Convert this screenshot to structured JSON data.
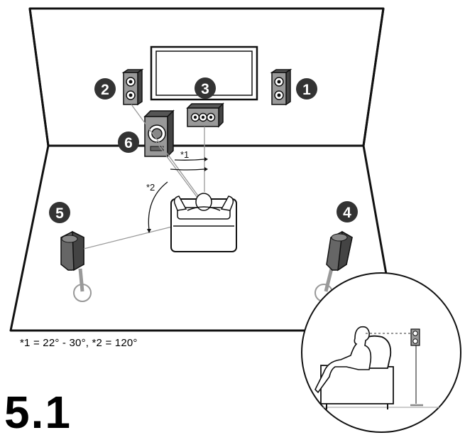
{
  "speakers": [
    {
      "number": "1",
      "label": "front-right"
    },
    {
      "number": "2",
      "label": "front-left"
    },
    {
      "number": "3",
      "label": "center"
    },
    {
      "number": "4",
      "label": "surround-right"
    },
    {
      "number": "5",
      "label": "surround-left"
    },
    {
      "number": "6",
      "label": "subwoofer"
    }
  ],
  "angle_labels": {
    "a1": "*1",
    "a2": "*2"
  },
  "note": "*1 = 22° - 30°, *2 = 120°",
  "title": "5.1"
}
